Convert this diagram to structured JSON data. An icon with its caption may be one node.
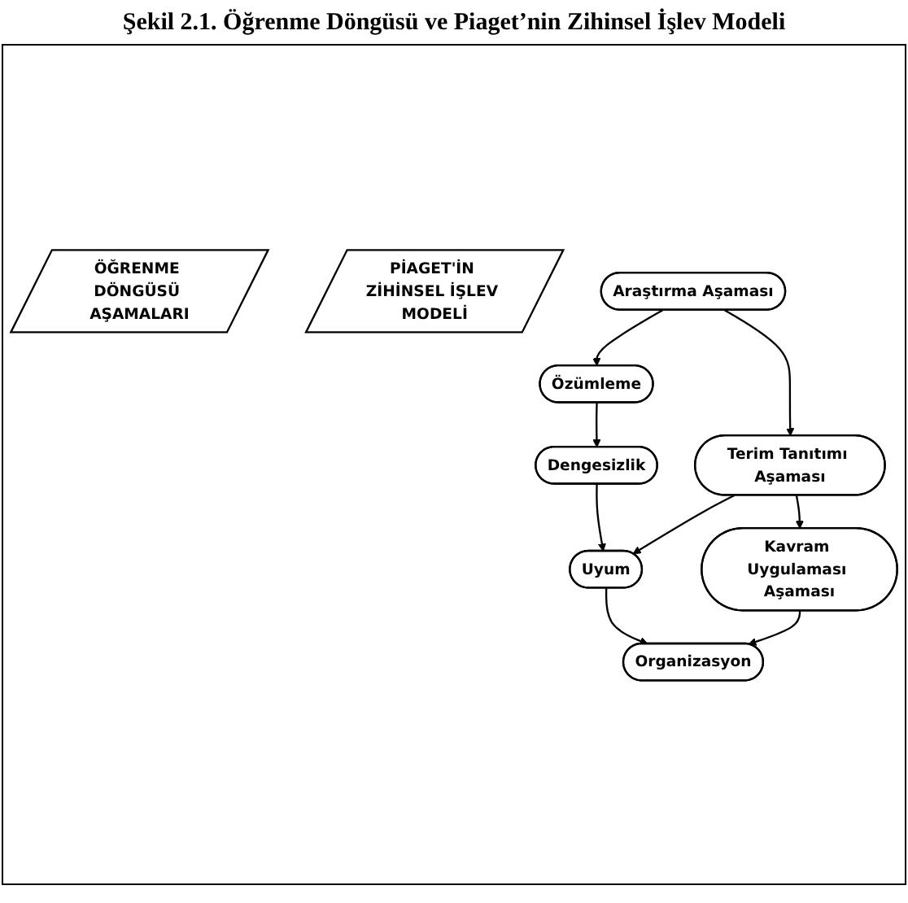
{
  "diagram": {
    "title": "Şekil 2.1. Öğrenme Döngüsü ve Piaget’nin Zihinsel İşlev Modeli",
    "nodes": [
      {
        "text": [
          "ÖĞRENME DÖNGÜSÜ AŞAMALARI"
        ]
      },
      {
        "text": [
          "PİAGET'İN ZİHİNSEL İŞLEV MODELİ"
        ]
      },
      {
        "text": [
          "Araştırma Aşaması"
        ]
      },
      {
        "text": [
          "Özümleme"
        ]
      },
      {
        "text": [
          "Dengesizlik"
        ]
      },
      {
        "text": [
          "Terim Tanıtımı Aşaması"
        ]
      },
      {
        "text": [
          "Uyum"
        ]
      },
      {
        "text": [
          "Kavram Uygulaması Aşaması"
        ]
      },
      {
        "text": [
          "Organizasyon"
        ]
      }
    ],
    "edges": [
      {
        "from": 2,
        "to": 3,
        "arrow": "to"
      },
      {
        "from": 2,
        "to": 5,
        "arrow": "to"
      },
      {
        "from": 3,
        "to": 4,
        "arrow": "to"
      },
      {
        "from": 4,
        "to": 6,
        "arrow": "to"
      },
      {
        "from": 5,
        "to": 6,
        "arrow": "to"
      },
      {
        "from": 5,
        "to": 7,
        "arrow": "to"
      },
      {
        "from": 6,
        "to": 8,
        "arrow": "to"
      },
      {
        "from": 7,
        "to": 8,
        "arrow": "to"
      }
    ]
  }
}
